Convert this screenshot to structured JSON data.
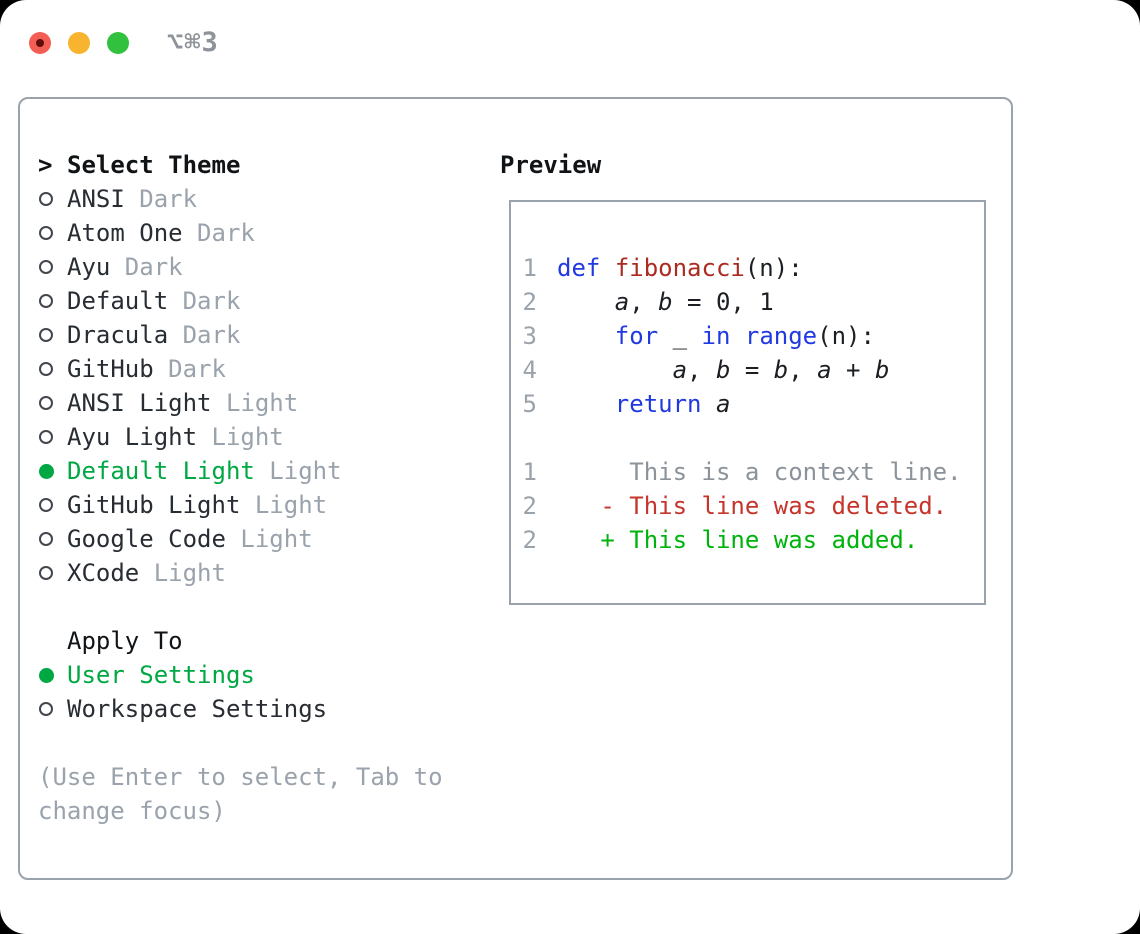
{
  "window": {
    "title": "⌥⌘3",
    "traffic_lights": [
      {
        "name": "close",
        "color": "#f25d54"
      },
      {
        "name": "minimize",
        "color": "#f8b42e"
      },
      {
        "name": "zoom",
        "color": "#31c13e"
      }
    ]
  },
  "theme_selector": {
    "header_prefix": ">",
    "header_label": "Select Theme",
    "items": [
      {
        "label": "ANSI",
        "variant": "Dark",
        "selected": false
      },
      {
        "label": "Atom One",
        "variant": "Dark",
        "selected": false
      },
      {
        "label": "Ayu",
        "variant": "Dark",
        "selected": false
      },
      {
        "label": "Default",
        "variant": "Dark",
        "selected": false
      },
      {
        "label": "Dracula",
        "variant": "Dark",
        "selected": false
      },
      {
        "label": "GitHub",
        "variant": "Dark",
        "selected": false
      },
      {
        "label": "ANSI Light",
        "variant": "Light",
        "selected": false
      },
      {
        "label": "Ayu Light",
        "variant": "Light",
        "selected": false
      },
      {
        "label": "Default Light",
        "variant": "Light",
        "selected": true
      },
      {
        "label": "GitHub Light",
        "variant": "Light",
        "selected": false
      },
      {
        "label": "Google Code",
        "variant": "Light",
        "selected": false
      },
      {
        "label": "XCode",
        "variant": "Light",
        "selected": false
      }
    ]
  },
  "apply_to": {
    "header": "Apply To",
    "options": [
      {
        "label": "User Settings",
        "selected": true
      },
      {
        "label": "Workspace Settings",
        "selected": false
      }
    ]
  },
  "footer_hint": "(Use Enter to select, Tab to change focus)",
  "preview": {
    "header": "Preview",
    "code_lines": [
      {
        "number": "1",
        "tokens": [
          {
            "t": "def",
            "c": "keyword"
          },
          {
            "t": " ",
            "c": "plain"
          },
          {
            "t": "fibonacci",
            "c": "function"
          },
          {
            "t": "(n):",
            "c": "plain"
          }
        ]
      },
      {
        "number": "2",
        "tokens": [
          {
            "t": "    ",
            "c": "plain"
          },
          {
            "t": "a",
            "c": "var"
          },
          {
            "t": ", ",
            "c": "plain"
          },
          {
            "t": "b",
            "c": "var"
          },
          {
            "t": " = 0, 1",
            "c": "plain"
          }
        ]
      },
      {
        "number": "3",
        "tokens": [
          {
            "t": "    ",
            "c": "plain"
          },
          {
            "t": "for",
            "c": "keyword"
          },
          {
            "t": " _ ",
            "c": "plain"
          },
          {
            "t": "in",
            "c": "keyword"
          },
          {
            "t": " ",
            "c": "plain"
          },
          {
            "t": "range",
            "c": "keyword"
          },
          {
            "t": "(n):",
            "c": "plain"
          }
        ]
      },
      {
        "number": "4",
        "tokens": [
          {
            "t": "        ",
            "c": "plain"
          },
          {
            "t": "a",
            "c": "var"
          },
          {
            "t": ", ",
            "c": "plain"
          },
          {
            "t": "b",
            "c": "var"
          },
          {
            "t": " = ",
            "c": "plain"
          },
          {
            "t": "b",
            "c": "var"
          },
          {
            "t": ", ",
            "c": "plain"
          },
          {
            "t": "a",
            "c": "var"
          },
          {
            "t": " + ",
            "c": "plain"
          },
          {
            "t": "b",
            "c": "var"
          }
        ]
      },
      {
        "number": "5",
        "tokens": [
          {
            "t": "    ",
            "c": "plain"
          },
          {
            "t": "return",
            "c": "keyword"
          },
          {
            "t": " ",
            "c": "plain"
          },
          {
            "t": "a",
            "c": "var"
          }
        ]
      }
    ],
    "diff_lines": [
      {
        "number": "1",
        "kind": "context",
        "text": "     This is a context line."
      },
      {
        "number": "2",
        "kind": "deleted",
        "text": "   - This line was deleted."
      },
      {
        "number": "2",
        "kind": "added",
        "text": "   + This line was added."
      }
    ]
  },
  "colors": {
    "accent_green": "#00a843",
    "diff_added": "#00b30c",
    "diff_deleted": "#c5352c",
    "keyword_blue": "#2139e0",
    "function_red": "#ab2b20",
    "muted_gray": "#9aa2ac",
    "context_gray": "#8b929a",
    "text_dark": "#282d33",
    "border_gray": "#9aa2ac"
  }
}
